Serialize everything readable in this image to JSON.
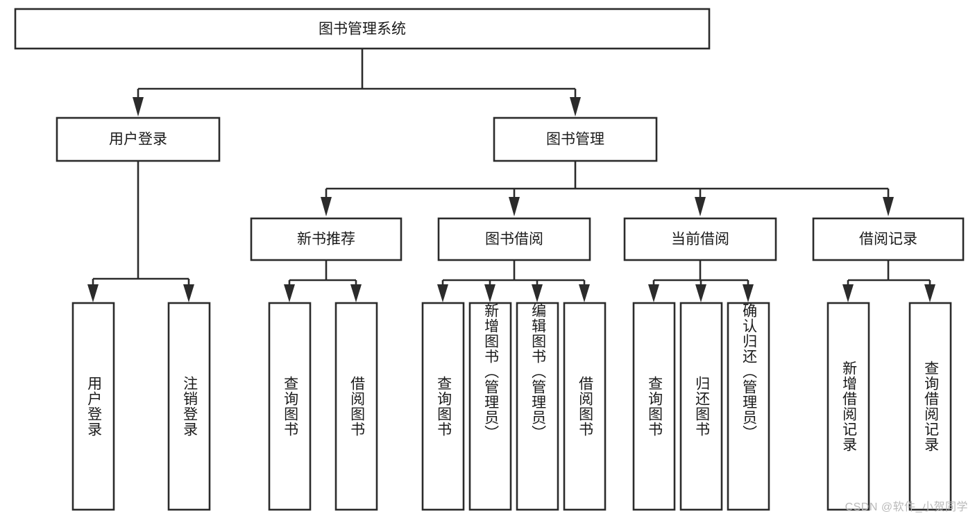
{
  "diagram": {
    "title": "图书管理系统",
    "type": "tree-hierarchy",
    "watermark": "CSDN @软件_小贺同学",
    "colors": {
      "stroke": "#2b2b2b",
      "fill": "#ffffff",
      "text": "#1a1a1a",
      "watermark": "#b9b9b9",
      "background": "#ffffff"
    },
    "root": {
      "label": "图书管理系统"
    },
    "level1": [
      {
        "label": "用户登录"
      },
      {
        "label": "图书管理"
      }
    ],
    "level2": [
      {
        "label": "新书推荐"
      },
      {
        "label": "图书借阅"
      },
      {
        "label": "当前借阅"
      },
      {
        "label": "借阅记录"
      }
    ],
    "leaves": {
      "user_login": [
        {
          "label": "用户登录"
        },
        {
          "label": "注销登录"
        }
      ],
      "new_book_recommend": [
        {
          "label": "查询图书"
        },
        {
          "label": "借阅图书"
        }
      ],
      "book_borrow": [
        {
          "label": "查询图书"
        },
        {
          "label": "新增图书（管理员）"
        },
        {
          "label": "编辑图书（管理员）"
        },
        {
          "label": "借阅图书"
        }
      ],
      "current_borrow": [
        {
          "label": "查询图书"
        },
        {
          "label": "归还图书"
        },
        {
          "label": "确认归还（管理员）"
        }
      ],
      "borrow_records": [
        {
          "label": "新增借阅记录"
        },
        {
          "label": "查询借阅记录"
        }
      ]
    }
  }
}
